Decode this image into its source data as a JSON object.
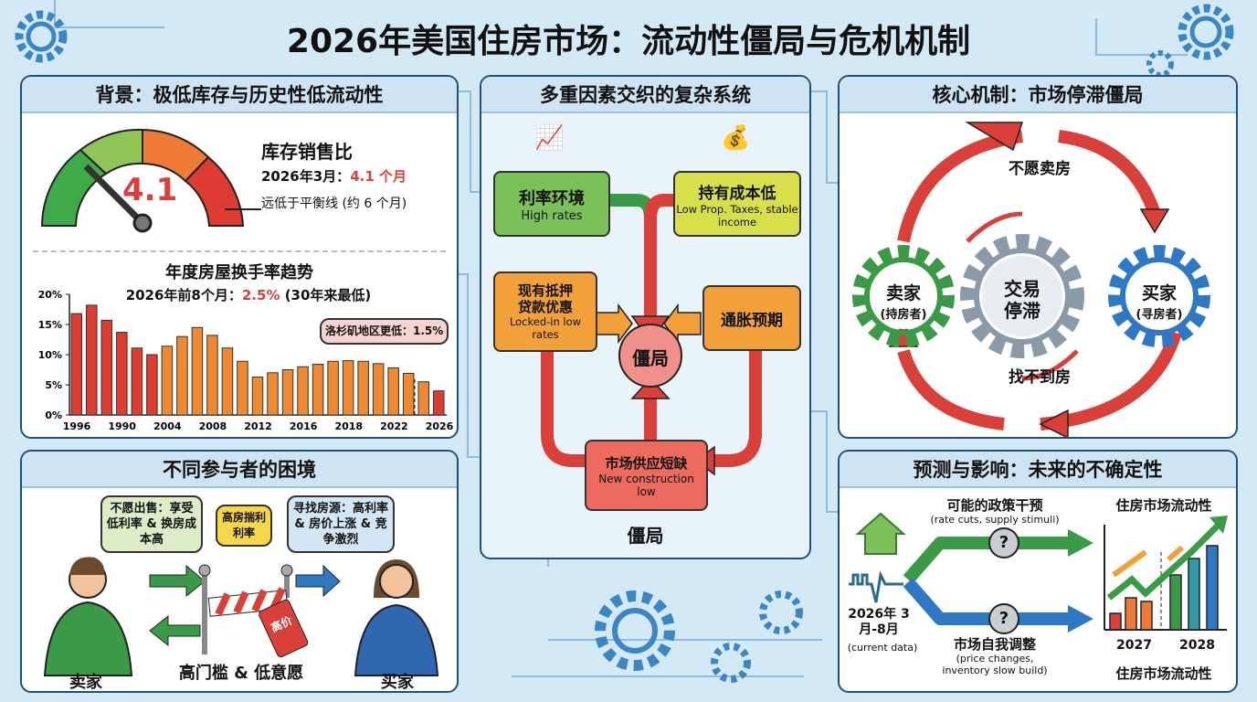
{
  "title": "2026年美国住房市场：流动性僵局与危机机制",
  "background": {
    "title": "背景：极低库存与历史性低流动性",
    "gauge": {
      "value": "4.1",
      "value_num": 4.1,
      "label": "库存销售比",
      "date_prefix": "2026年3月：",
      "date_value": "4.1 个月",
      "note": "远低于平衡线 (约 6 个月)"
    },
    "chart_title": "年度房屋换手率趋势",
    "chart_sub_prefix": "2026年前8个月：",
    "chart_sub_value": "2.5%",
    "chart_sub_suffix": " (30年来最低)",
    "callout": "洛杉矶地区更低：1.5%"
  },
  "chart_data": {
    "type": "bar",
    "title": "年度房屋换手率趋势",
    "ylabel": "",
    "xlabel": "",
    "ylim": [
      0,
      20
    ],
    "yticks": [
      "0%",
      "5%",
      "10%",
      "15%",
      "20%"
    ],
    "xticks": [
      "1996",
      "1990",
      "2004",
      "2008",
      "2012",
      "2016",
      "2018",
      "2022",
      "2026"
    ],
    "values": [
      16.8,
      18.2,
      15.7,
      13.7,
      11.1,
      10.0,
      11.4,
      13.0,
      14.5,
      13.2,
      11.1,
      8.9,
      6.3,
      7.0,
      7.5,
      8.0,
      8.4,
      8.9,
      9.0,
      8.9,
      8.5,
      7.8,
      6.9,
      5.5,
      4.0
    ]
  },
  "system": {
    "title": "多重因素交织的复杂系统",
    "rate": {
      "cn": "利率环境",
      "en": "High rates"
    },
    "hold": {
      "cn": "持有成本低",
      "en": "Low Prop. Taxes, stable income"
    },
    "mortgage": {
      "cn": "现有抵押贷款优惠",
      "en": "Locked-in low rates"
    },
    "inflation": {
      "cn": "通胀预期"
    },
    "center": "僵局",
    "supply": {
      "cn": "市场供应短缺",
      "en": "New construction low"
    },
    "footer": "僵局"
  },
  "mechanism": {
    "title": "核心机制：市场停滞僵局",
    "top": "不愿卖房",
    "bottom": "找不到房",
    "seller": "卖家",
    "seller_sub": "(持房者)",
    "center": "交易停滞",
    "buyer": "买家",
    "buyer_sub": "(寻房者)"
  },
  "actors": {
    "title": "不同参与者的困境",
    "seller_bubble": "不愿出售：享受低利率 & 换房成本高",
    "middle_bubble": "高房揣利利率",
    "buyer_bubble": "寻找房源：高利率 & 房价上涨 & 竞争激烈",
    "tag": "高价",
    "barrier": "高门槛 & 低意愿",
    "seller": "卖家",
    "buyer": "买家"
  },
  "forecast": {
    "title": "预测与影响：未来的不确定性",
    "policy": "可能的政策干预",
    "policy_en": "(rate cuts, supply stimuli)",
    "self": "市场自我调整",
    "self_en": "(price changes, inventory slow build)",
    "date": "2026年 3月-8月",
    "date_en": "(current data)",
    "q": "?",
    "liquidity_top": "住房市场流动性",
    "liquidity_bottom": "住房市场流动性",
    "years": [
      "2027",
      "2028"
    ]
  }
}
